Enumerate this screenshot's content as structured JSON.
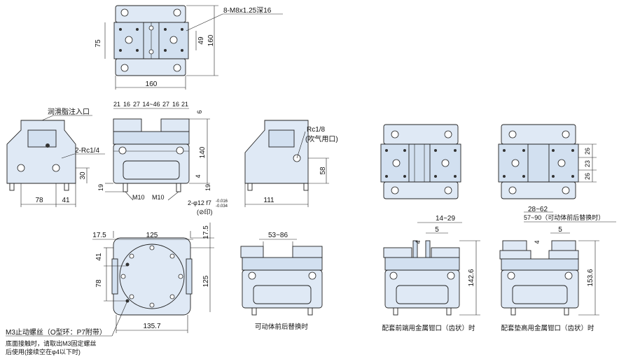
{
  "top_view": {
    "thread_note": "8-M8x1.25深16",
    "dim_75": "75",
    "dim_49": "49",
    "dim_160_height": "160",
    "dim_160_width": "160"
  },
  "front_view": {
    "jaw_dims": [
      "21",
      "16",
      "27",
      "14~46",
      "27",
      "16",
      "21"
    ],
    "dim_6": "6",
    "dim_140": "140",
    "dim_4": "4",
    "dim_19_left": "19",
    "dim_19_right": "19",
    "label_m10_left": "M10",
    "label_m10_right": "M10",
    "pin_note_main": "2-φ12 f7",
    "pin_tol_upper": "-0.016",
    "pin_tol_lower": "-0.034",
    "pin_mark_note": "(⊘印)"
  },
  "left_view": {
    "grease_inlet": "润滑脂注入口",
    "port_note": "2-Rc1/4",
    "dim_30": "30",
    "dim_78": "78",
    "dim_41": "41"
  },
  "right_view": {
    "blow_port": "Rc1/8",
    "blow_note": "(吹气用口)",
    "dim_58": "58",
    "dim_111": "111"
  },
  "side_views": {
    "dim_26_top": "26",
    "dim_23": "23",
    "dim_26_bottom": "26"
  },
  "bottom_view": {
    "dim_17_5_horizontal": "17.5",
    "dim_125_horizontal": "125",
    "dim_17_5_vertical": "17.5",
    "dim_41": "41",
    "dim_78": "78",
    "dim_125_vertical": "125",
    "dim_135_7": "135.7",
    "m3_note": "M3止动螺丝（O型环：P7附带）",
    "note_line1": "底面接触时，请取出M3固定螺丝",
    "note_line2": "后使用(接续空在φ4以下时)"
  },
  "stroke_view": {
    "dim_53_86": "53~86",
    "caption": "可动体前后替换时"
  },
  "front_jaw_view": {
    "dim_14_29": "14~29",
    "dim_5": "5",
    "dim_4": "4",
    "dim_142_6": "142.6",
    "caption": "配套前端用金属钳口（齿状）时"
  },
  "raised_jaw_view": {
    "dim_28_62": "28~62",
    "dim_57_90": "57~90（可动体前后替换时）",
    "dim_5": "5",
    "dim_4": "4",
    "dim_153_6": "153.6",
    "caption": "配套垫高用金属钳口（齿状）时"
  }
}
